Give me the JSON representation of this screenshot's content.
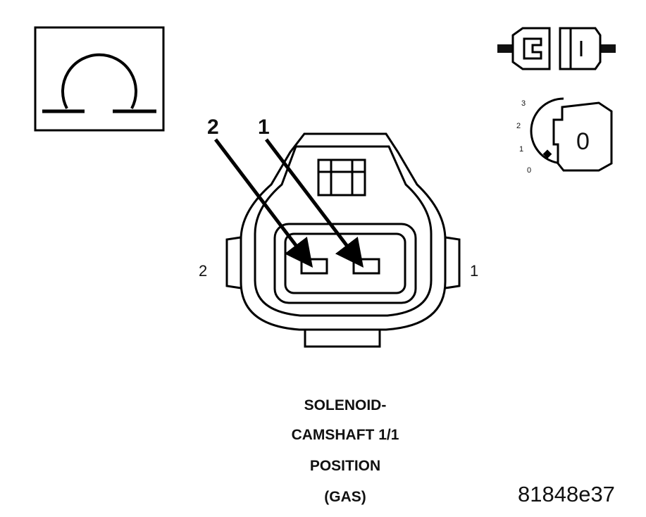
{
  "pin_callouts": [
    "2",
    "1"
  ],
  "side_labels": [
    "2",
    "1"
  ],
  "ignition_positions": [
    "3",
    "2",
    "1",
    "0"
  ],
  "key_label": "0",
  "caption_lines": [
    "SOLENOID-",
    "CAMSHAFT 1/1",
    "POSITION",
    "(GAS)"
  ],
  "figure_code": "81848e37"
}
